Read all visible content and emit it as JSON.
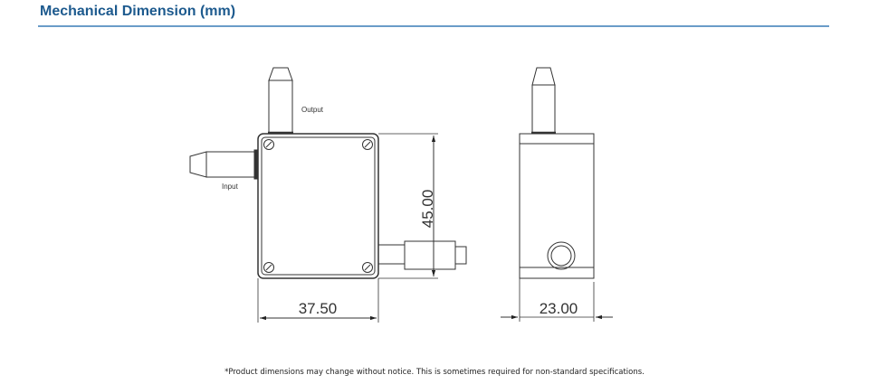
{
  "header": {
    "title": "Mechanical Dimension (mm)"
  },
  "drawing": {
    "front_view": {
      "output_label": "Output",
      "input_label": "Input",
      "height_dim": "45.00",
      "width_dim": "37.50"
    },
    "side_view": {
      "depth_dim": "23.00"
    }
  },
  "footnote": "*Product dimensions may change without notice. This is sometimes required for non-standard specifications."
}
